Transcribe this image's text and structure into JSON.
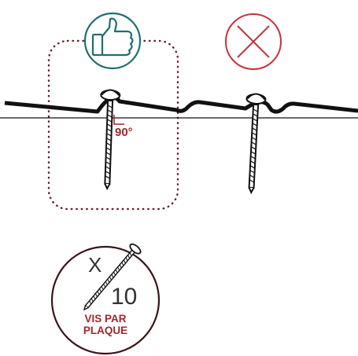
{
  "diagram": {
    "angle_label": "90°",
    "quantity": {
      "multiplier": "X",
      "count": "10",
      "caption_line1": "VIS PAR",
      "caption_line2": "PLAQUE"
    },
    "icons": [
      "thumbs-up-icon",
      "cross-icon",
      "screw-icon"
    ],
    "colors": {
      "correct": "#1f6f6f",
      "wrong": "#c8323c",
      "guide": "#6b1d2a",
      "label": "#a3262c",
      "line": "#111111"
    }
  }
}
